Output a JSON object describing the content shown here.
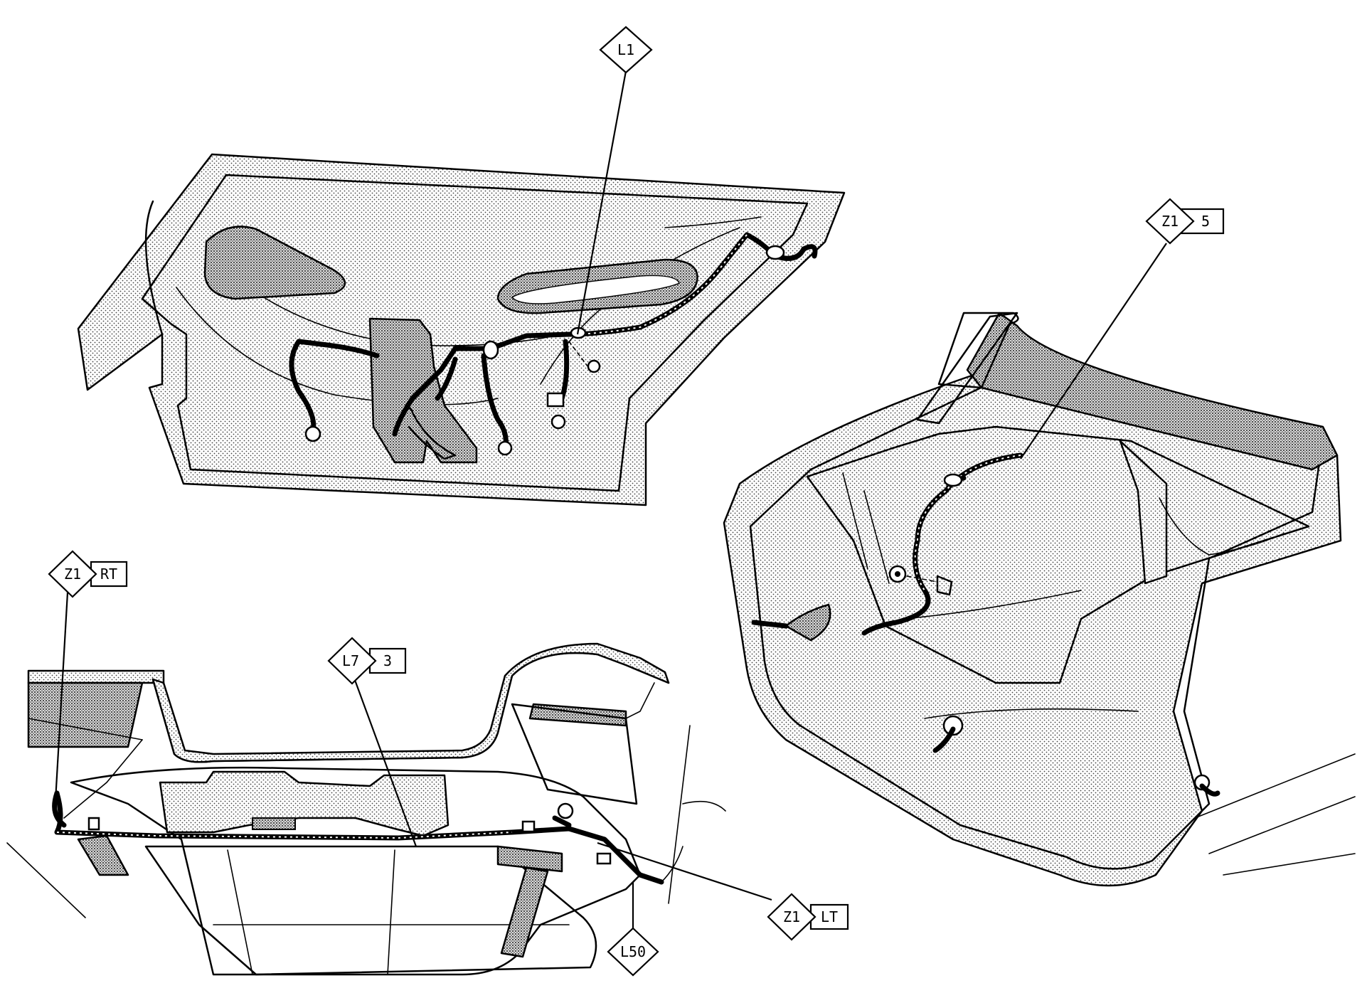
{
  "callouts": {
    "l1": {
      "code": "L1",
      "suffix": ""
    },
    "z1_5": {
      "code": "Z1",
      "suffix": "5"
    },
    "z1_rt": {
      "code": "Z1",
      "suffix": "RT"
    },
    "l7_3": {
      "code": "L7",
      "suffix": "3"
    },
    "z1_lt": {
      "code": "Z1",
      "suffix": "LT"
    },
    "l50": {
      "code": "L50",
      "suffix": ""
    }
  }
}
